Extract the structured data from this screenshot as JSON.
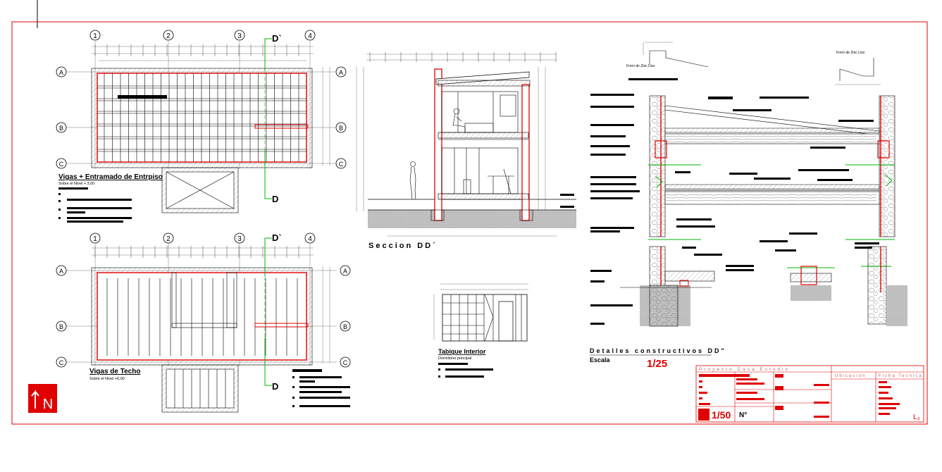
{
  "colors": {
    "accent": "#e00000",
    "section_cut": "#00b400",
    "ink": "#000000",
    "ground": "#c8c8c8"
  },
  "grid_axes": {
    "columns": [
      "1",
      "2",
      "3",
      "4"
    ],
    "rows_floor": [
      "A",
      "B",
      "C"
    ],
    "rows_roof": [
      "A",
      "B",
      "C"
    ]
  },
  "cut_marks": {
    "top": "D`",
    "bottom": "D"
  },
  "plan_floor": {
    "title": "Vigas + Entramado de Entrpiso",
    "level": "Sobre el Nivel  + 3,00"
  },
  "plan_roof": {
    "title": "Vigas de Techo",
    "level": "Sobre el Nivel  +6,00"
  },
  "section": {
    "title": "Seccion DD´"
  },
  "partition": {
    "title": "Tabique Interior",
    "subtitle": "Dormitorio principal"
  },
  "details": {
    "title": "Detalles constructivos    DD\"",
    "scale_label": "Escala",
    "scale_value": "1/25",
    "note_zinc_a": "Forro de Zinc Liso",
    "note_zinc_b": "Forro de Zinc Liso"
  },
  "title_block": {
    "project": "Proyecto Casa Estudio",
    "location": "Ubicacion",
    "sheet_header": "Ficha Tecnica",
    "scale": "1/50",
    "number_label": "N°",
    "sheet_code": "L₃"
  },
  "north": {
    "letter": "N"
  }
}
